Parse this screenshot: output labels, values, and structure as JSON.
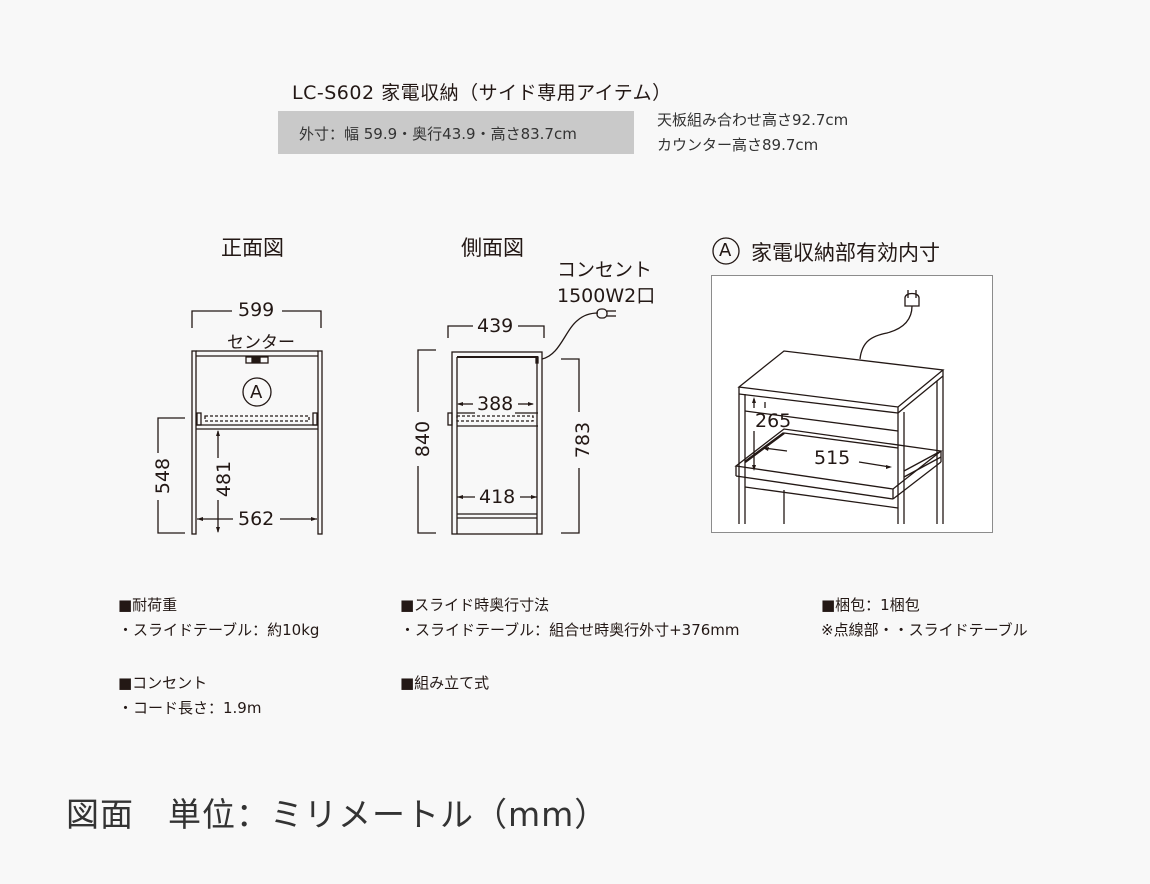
{
  "header": {
    "title": "LC-S602 家電収納（サイド専用アイテム）",
    "outer_dimensions": "外寸：幅 59.9・奥行43.9・高さ83.7cm",
    "notes": [
      "天板組み合わせ高さ92.7cm",
      "カウンター高さ89.7cm"
    ]
  },
  "front_view": {
    "title": "正面図",
    "width_label": "599",
    "center_label": "センター",
    "marker": "A",
    "inner_width": "562",
    "shelf_height": "481",
    "side_height": "548"
  },
  "side_view": {
    "title": "側面図",
    "outlet_label": [
      "コンセント",
      "1500W2口"
    ],
    "depth_label": "439",
    "slide_depth": "388",
    "inner_depth": "418",
    "total_height": "840",
    "inner_height": "783"
  },
  "detail_view": {
    "title": "家電収納部有効内寸",
    "marker": "A",
    "height_label": "265",
    "width_label": "515"
  },
  "info": {
    "load": {
      "heading": "■耐荷重",
      "text": "・スライドテーブル：約10kg"
    },
    "slide": {
      "heading": "■スライド時奥行寸法",
      "text": "・スライドテーブル：組合せ時奥行外寸+376mm"
    },
    "package": {
      "heading": "■梱包：1梱包",
      "text": "※点線部・・スライドテーブル"
    },
    "outlet": {
      "heading": "■コンセント",
      "text": "・コード長さ：1.9m"
    },
    "assembly": {
      "heading": "■組み立て式"
    }
  },
  "footer": {
    "label": "図面　単位：ミリメートル（mm）"
  },
  "colors": {
    "background": "#f8f8f8",
    "spec_box": "#c9c9c9",
    "line": "#231815"
  }
}
